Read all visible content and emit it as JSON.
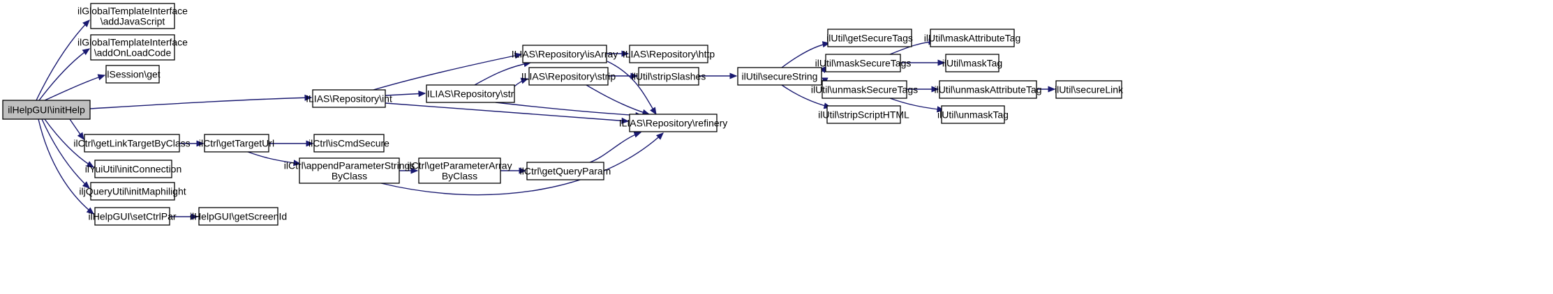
{
  "graph": {
    "nodes": [
      {
        "id": "root",
        "label": [
          "ilHelpGUI\\initHelp"
        ],
        "root": true
      },
      {
        "id": "addJS",
        "label": [
          "ilGlobalTemplateInterface",
          "\\addJavaScript"
        ]
      },
      {
        "id": "addOnLoad",
        "label": [
          "ilGlobalTemplateInterface",
          "\\addOnLoadCode"
        ]
      },
      {
        "id": "sessGet",
        "label": [
          "ilSession\\get"
        ]
      },
      {
        "id": "repoInt",
        "label": [
          "ILIAS\\Repository\\int"
        ]
      },
      {
        "id": "getLinkTarget",
        "label": [
          "ilCtrl\\getLinkTargetByClass"
        ]
      },
      {
        "id": "yuiInit",
        "label": [
          "ilYuiUtil\\initConnection"
        ]
      },
      {
        "id": "jqInit",
        "label": [
          "iljQueryUtil\\initMaphilight"
        ]
      },
      {
        "id": "setCtrlPar",
        "label": [
          "ilHelpGUI\\setCtrlPar"
        ]
      },
      {
        "id": "getScreenId",
        "label": [
          "ilHelpGUI\\getScreenId"
        ]
      },
      {
        "id": "getTargetUrl",
        "label": [
          "ilCtrl\\getTargetUrl"
        ]
      },
      {
        "id": "isCmdSecure",
        "label": [
          "ilCtrl\\isCmdSecure"
        ]
      },
      {
        "id": "appendParam",
        "label": [
          "ilCtrl\\appendParameterStrings",
          "ByClass"
        ]
      },
      {
        "id": "getParamArray",
        "label": [
          "ilCtrl\\getParameterArray",
          "ByClass"
        ]
      },
      {
        "id": "getQueryParam",
        "label": [
          "ilCtrl\\getQueryParam"
        ]
      },
      {
        "id": "repoStr",
        "label": [
          "ILIAS\\Repository\\str"
        ]
      },
      {
        "id": "repoIsArray",
        "label": [
          "ILIAS\\Repository\\isArray"
        ]
      },
      {
        "id": "repoHttp",
        "label": [
          "ILIAS\\Repository\\http"
        ]
      },
      {
        "id": "repoStrip",
        "label": [
          "ILIAS\\Repository\\strip"
        ]
      },
      {
        "id": "repoRefinery",
        "label": [
          "ILIAS\\Repository\\refinery"
        ]
      },
      {
        "id": "stripSlashes",
        "label": [
          "ilUtil\\stripSlashes"
        ]
      },
      {
        "id": "secureString",
        "label": [
          "ilUtil\\secureString"
        ]
      },
      {
        "id": "getSecureTags",
        "label": [
          "ilUtil\\getSecureTags"
        ]
      },
      {
        "id": "maskSecureTags",
        "label": [
          "ilUtil\\maskSecureTags"
        ]
      },
      {
        "id": "unmaskSecureTags",
        "label": [
          "ilUtil\\unmaskSecureTags"
        ]
      },
      {
        "id": "stripScriptHTML",
        "label": [
          "ilUtil\\stripScriptHTML"
        ]
      },
      {
        "id": "maskAttributeTag",
        "label": [
          "ilUtil\\maskAttributeTag"
        ]
      },
      {
        "id": "maskTag",
        "label": [
          "ilUtil\\maskTag"
        ]
      },
      {
        "id": "unmaskAttributeTag",
        "label": [
          "ilUtil\\unmaskAttributeTag"
        ]
      },
      {
        "id": "unmaskTag",
        "label": [
          "ilUtil\\unmaskTag"
        ]
      },
      {
        "id": "secureLink",
        "label": [
          "ilUtil\\secureLink"
        ]
      }
    ],
    "edges": [
      {
        "from": "root",
        "to": "addJS"
      },
      {
        "from": "root",
        "to": "addOnLoad"
      },
      {
        "from": "root",
        "to": "sessGet"
      },
      {
        "from": "root",
        "to": "repoInt"
      },
      {
        "from": "root",
        "to": "getLinkTarget"
      },
      {
        "from": "root",
        "to": "yuiInit"
      },
      {
        "from": "root",
        "to": "jqInit"
      },
      {
        "from": "root",
        "to": "setCtrlPar"
      },
      {
        "from": "setCtrlPar",
        "to": "getScreenId"
      },
      {
        "from": "getLinkTarget",
        "to": "getTargetUrl"
      },
      {
        "from": "getTargetUrl",
        "to": "isCmdSecure"
      },
      {
        "from": "getTargetUrl",
        "to": "appendParam"
      },
      {
        "from": "appendParam",
        "to": "getParamArray"
      },
      {
        "from": "appendParam",
        "to": "repoRefinery"
      },
      {
        "from": "getParamArray",
        "to": "getQueryParam"
      },
      {
        "from": "getQueryParam",
        "to": "repoRefinery"
      },
      {
        "from": "repoInt",
        "to": "repoStr"
      },
      {
        "from": "repoInt",
        "to": "repoIsArray"
      },
      {
        "from": "repoInt",
        "to": "repoRefinery"
      },
      {
        "from": "repoStr",
        "to": "repoIsArray"
      },
      {
        "from": "repoStr",
        "to": "repoStrip"
      },
      {
        "from": "repoStr",
        "to": "repoRefinery"
      },
      {
        "from": "repoIsArray",
        "to": "repoHttp"
      },
      {
        "from": "repoIsArray",
        "to": "repoRefinery"
      },
      {
        "from": "repoStrip",
        "to": "stripSlashes"
      },
      {
        "from": "repoStrip",
        "to": "repoRefinery"
      },
      {
        "from": "stripSlashes",
        "to": "secureString"
      },
      {
        "from": "secureString",
        "to": "getSecureTags"
      },
      {
        "from": "secureString",
        "to": "maskSecureTags"
      },
      {
        "from": "secureString",
        "to": "unmaskSecureTags"
      },
      {
        "from": "secureString",
        "to": "stripScriptHTML"
      },
      {
        "from": "maskSecureTags",
        "to": "maskAttributeTag"
      },
      {
        "from": "maskSecureTags",
        "to": "maskTag"
      },
      {
        "from": "unmaskSecureTags",
        "to": "unmaskAttributeTag"
      },
      {
        "from": "unmaskSecureTags",
        "to": "unmaskTag"
      },
      {
        "from": "unmaskAttributeTag",
        "to": "secureLink"
      }
    ]
  }
}
